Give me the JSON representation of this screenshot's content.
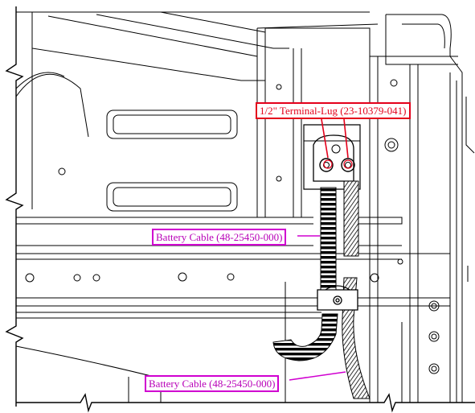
{
  "callouts": {
    "terminal_lug": {
      "text": "1/2\" Terminal-Lug (23-10379-041)",
      "color": "#e4001b"
    },
    "battery_cable_upper": {
      "text": "Battery Cable (48-25450-000)",
      "color": "#d000d0"
    },
    "battery_cable_lower": {
      "text": "Battery Cable (48-25450-000)",
      "color": "#d000d0"
    }
  },
  "colors": {
    "line": "#000000",
    "background": "#ffffff"
  }
}
